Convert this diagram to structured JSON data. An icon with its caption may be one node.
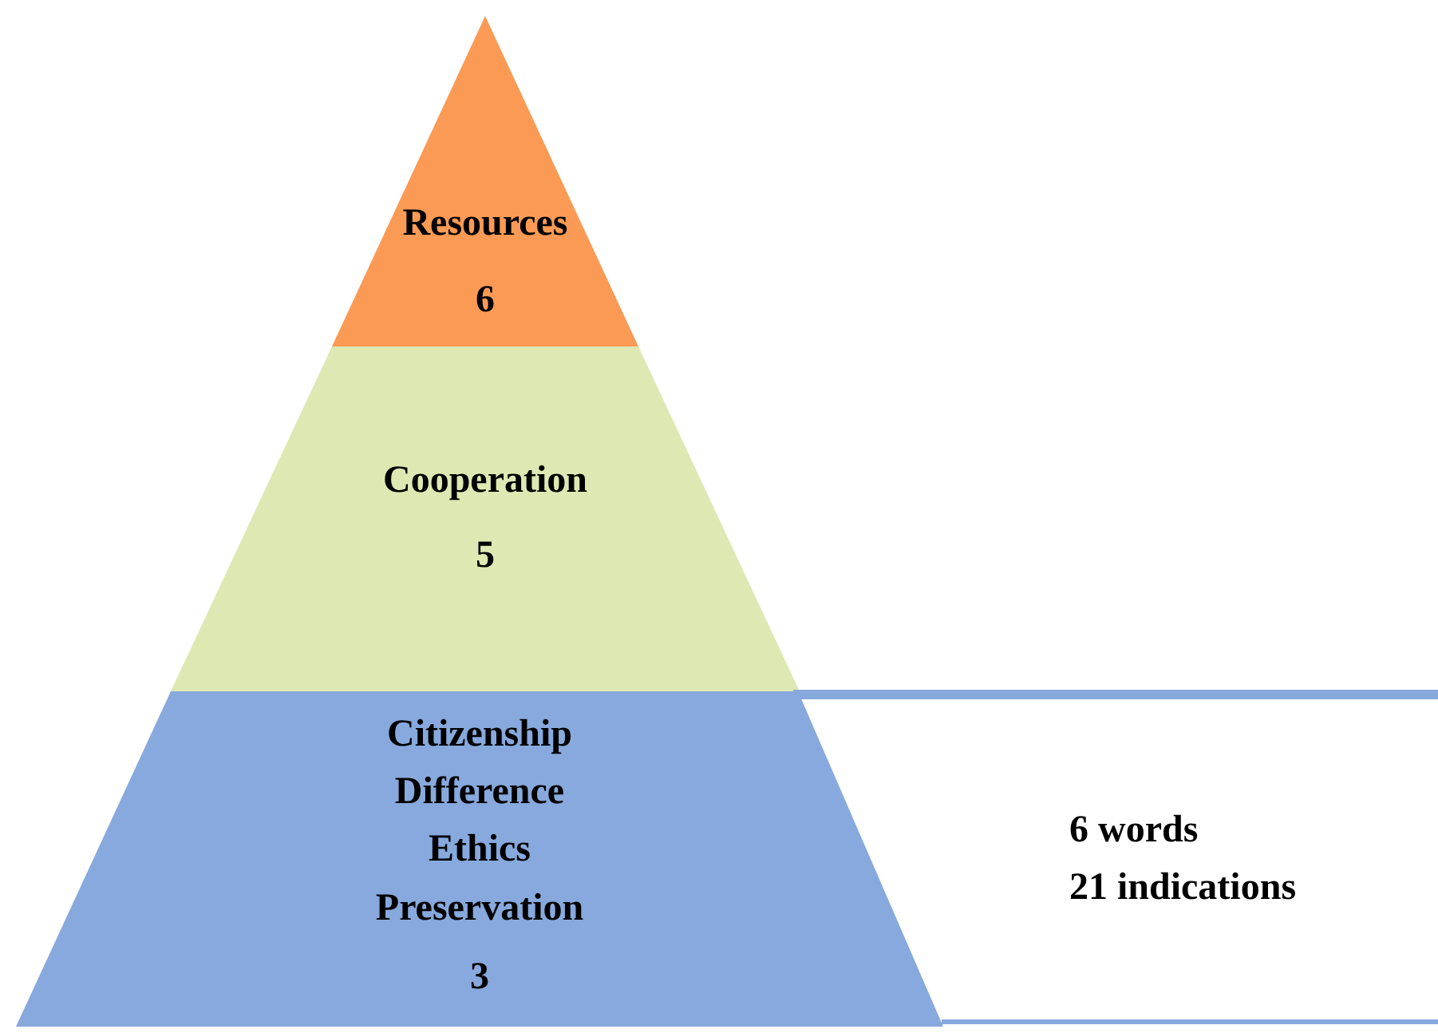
{
  "diagram": {
    "nodes": [
      {
        "text": [
          "Resources",
          "6"
        ]
      },
      {
        "text": [
          "Cooperation",
          "5"
        ]
      },
      {
        "text": [
          "Citizenship",
          "Difference",
          "Ethics",
          "Preservation",
          "3"
        ]
      },
      {
        "text": [
          "6 words",
          "21 indications"
        ]
      }
    ]
  }
}
